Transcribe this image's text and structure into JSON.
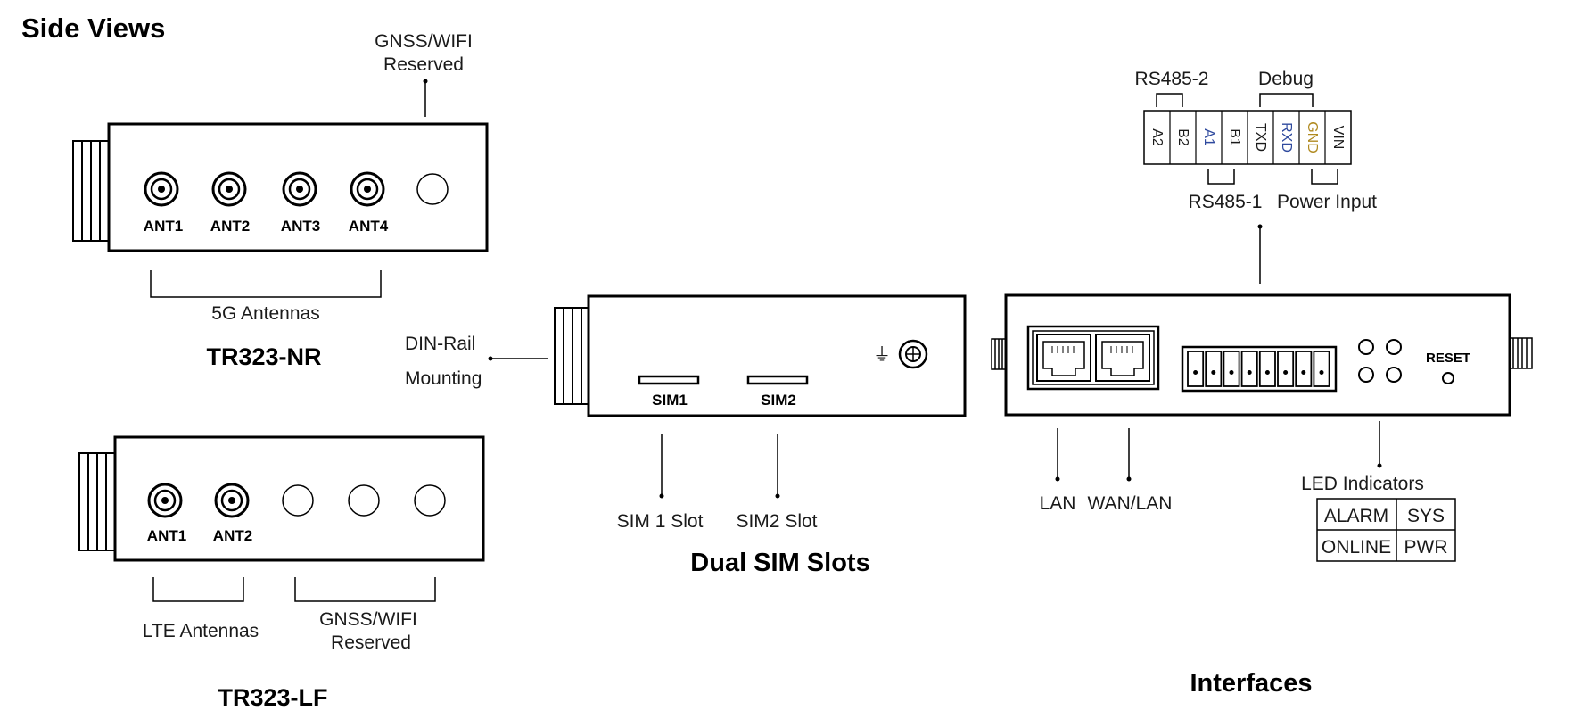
{
  "title": "Side Views",
  "nr_view": {
    "model": "TR323-NR",
    "top_label_line1": "GNSS/WIFI",
    "top_label_line2": "Reserved",
    "ports": [
      "ANT1",
      "ANT2",
      "ANT3",
      "ANT4"
    ],
    "bracket_label": "5G Antennas"
  },
  "lf_view": {
    "model": "TR323-LF",
    "ports": [
      "ANT1",
      "ANT2"
    ],
    "bracket_label_lte": "LTE Antennas",
    "bracket_label_gnss_line1": "GNSS/WIFI",
    "bracket_label_gnss_line2": "Reserved"
  },
  "sim_view": {
    "din_label_line1": "DIN-Rail",
    "din_label_line2": "Mounting",
    "slot1": "SIM1",
    "slot2": "SIM2",
    "slot1_label": "SIM 1 Slot",
    "slot2_label": "SIM2 Slot",
    "caption": "Dual SIM Slots",
    "ground_symbol": "⏚"
  },
  "interfaces_view": {
    "caption": "Interfaces",
    "terminal_pins": [
      "A2",
      "B2",
      "A1",
      "B1",
      "TXD",
      "RXD",
      "GND",
      "VIN"
    ],
    "pin_colors": [
      "#1a1a1a",
      "#1a1a1a",
      "#2f4a9e",
      "#1a1a1a",
      "#1a1a1a",
      "#2f4a9e",
      "#b08a20",
      "#1a1a1a"
    ],
    "group_rs485_2": "RS485-2",
    "group_debug": "Debug",
    "group_rs485_1": "RS485-1",
    "group_power": "Power Input",
    "reset_label": "RESET",
    "lan_label": "LAN",
    "wan_label": "WAN/LAN",
    "led_title": "LED Indicators",
    "led_table": [
      [
        "ALARM",
        "SYS"
      ],
      [
        "ONLINE",
        "PWR"
      ]
    ]
  }
}
